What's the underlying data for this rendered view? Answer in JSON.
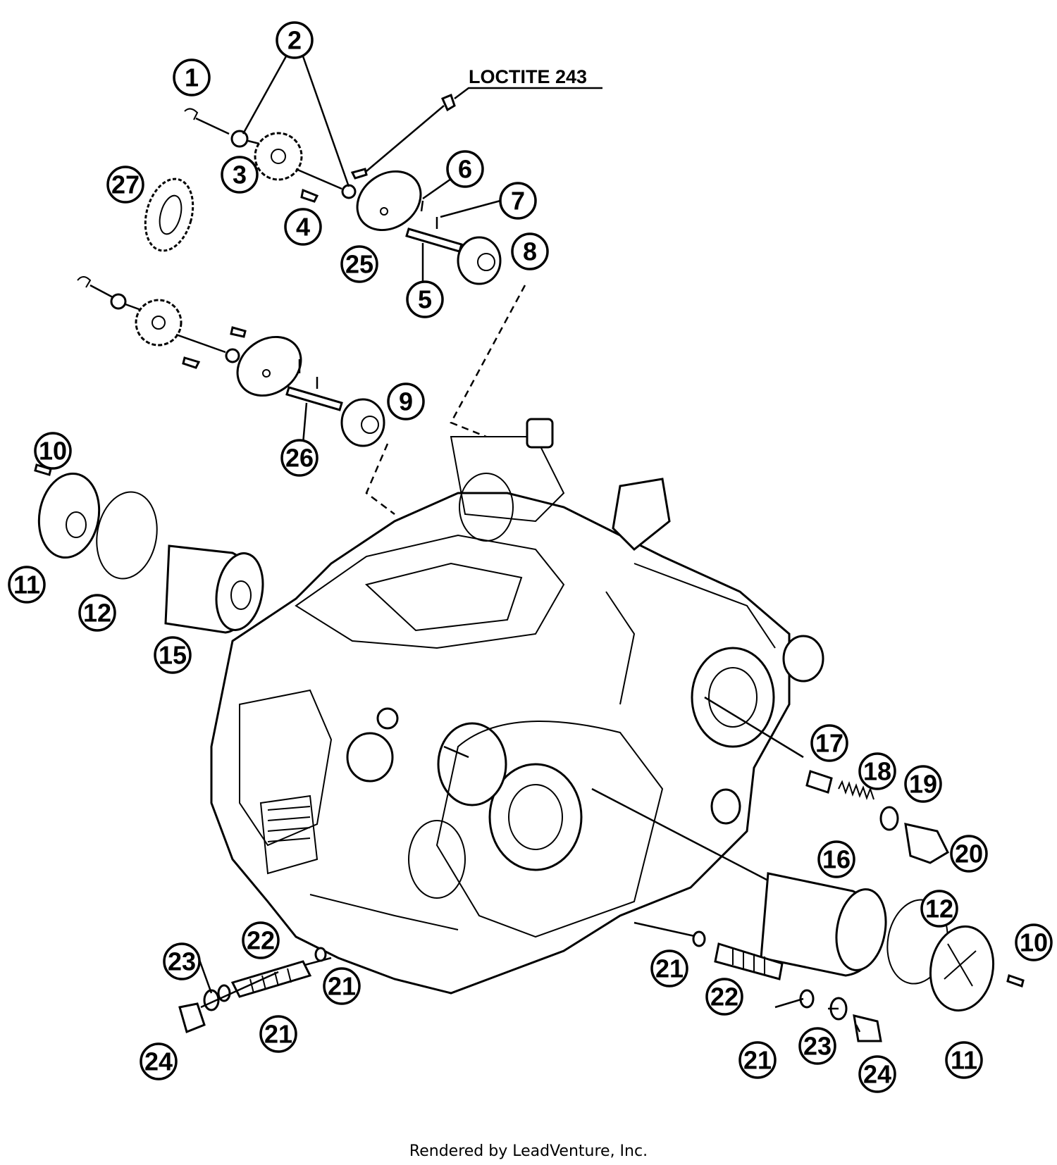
{
  "diagram": {
    "note": "LOCTITE 243",
    "callouts": [
      "1",
      "2",
      "3",
      "4",
      "5",
      "6",
      "7",
      "8",
      "9",
      "10",
      "11",
      "12",
      "15",
      "16",
      "17",
      "18",
      "19",
      "20",
      "21",
      "22",
      "23",
      "24",
      "25",
      "26",
      "27"
    ]
  },
  "footer": "Rendered by LeadVenture, Inc."
}
